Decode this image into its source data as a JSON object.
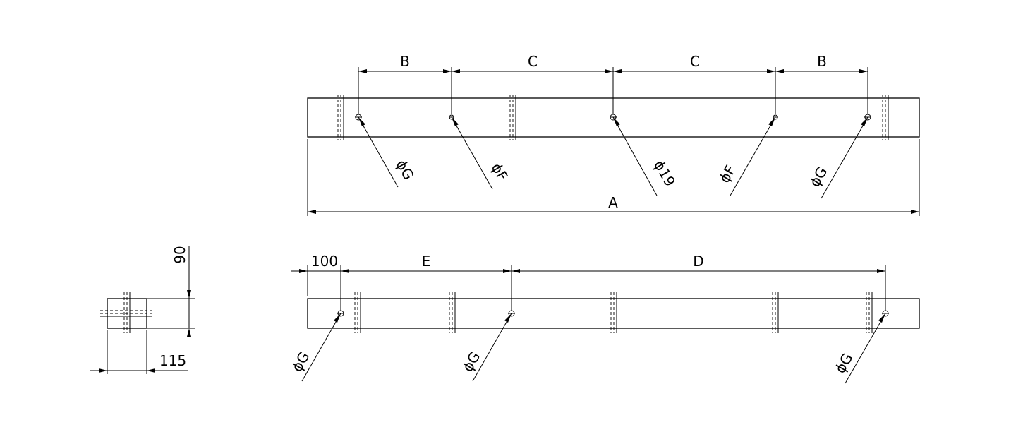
{
  "colors": {
    "line": "#000000",
    "background": "#ffffff"
  },
  "top_view": {
    "dim_B_left": "B",
    "dim_C_left": "C",
    "dim_C_right": "C",
    "dim_B_right": "B",
    "dim_A": "A",
    "hole_1": "ϕG",
    "hole_2": "ϕF",
    "hole_3": "ϕ19",
    "hole_4": "ϕF",
    "hole_5": "ϕG"
  },
  "side_view": {
    "dim_100": "100",
    "dim_E": "E",
    "dim_D": "D",
    "hole_1": "ϕG",
    "hole_2": "ϕG",
    "hole_3": "ϕG"
  },
  "end_view": {
    "dim_90": "90",
    "dim_115": "115"
  }
}
